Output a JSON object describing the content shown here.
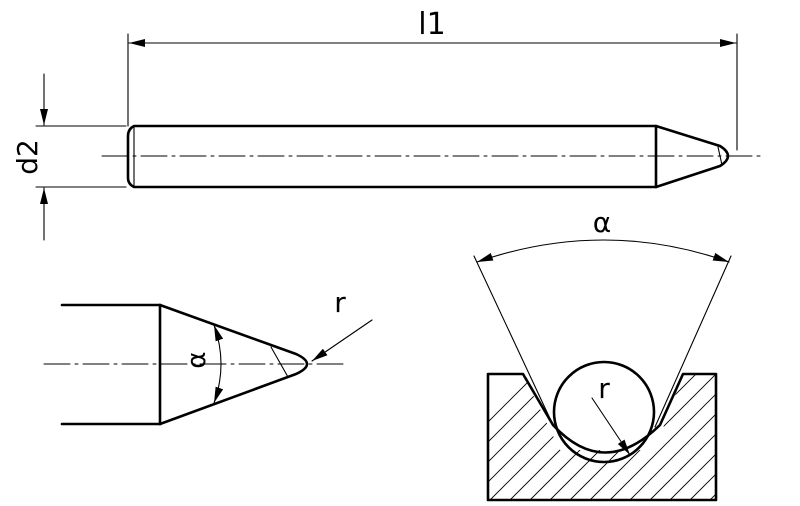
{
  "labels": {
    "length": "l1",
    "diameter": "d2",
    "tip_angle": "α",
    "tip_radius": "r",
    "groove_angle": "α",
    "groove_radius": "r"
  }
}
